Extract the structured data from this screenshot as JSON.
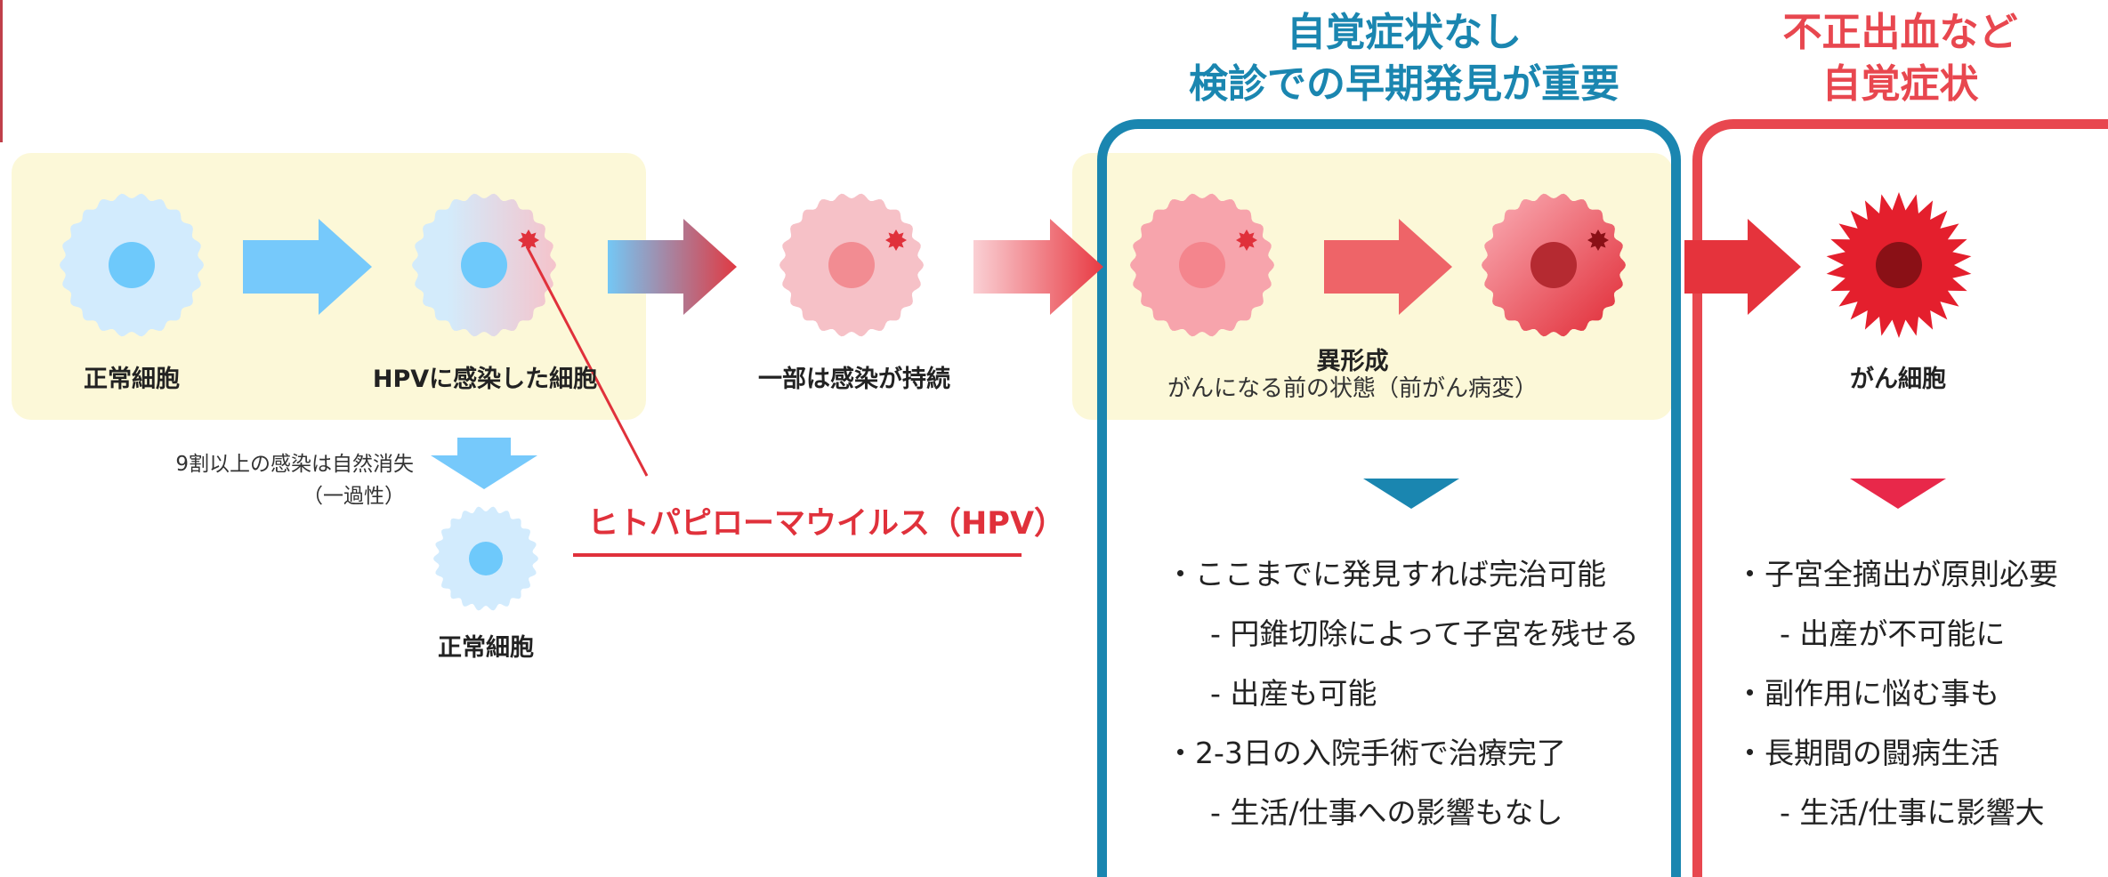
{
  "headers": {
    "blue": [
      "自覚症状なし",
      "検診での早期発見が重要"
    ],
    "red": [
      "不正出血など",
      "自覚症状"
    ]
  },
  "cells": {
    "normal": "正常細胞",
    "infected": "HPVに感染した細胞",
    "persistent": "一部は感染が持続",
    "dysplasia_title": "異形成",
    "dysplasia_sub": "がんになる前の状態（前がん病変）",
    "cancer": "がん細胞",
    "normal_again": "正常細胞"
  },
  "clearance_note": [
    "9割以上の感染は自然消失",
    "（一過性）"
  ],
  "virus_label": "ヒトパピローマウイルス（HPV）",
  "blue_box": [
    {
      "text": "・ここまでに発見すれば完治可能",
      "sub": false
    },
    {
      "text": "- 円錐切除によって子宮を残せる",
      "sub": true
    },
    {
      "text": "- 出産も可能",
      "sub": true
    },
    {
      "text": "・2-3日の入院手術で治療完了",
      "sub": false
    },
    {
      "text": "- 生活/仕事への影響もなし",
      "sub": true
    }
  ],
  "red_box": [
    {
      "text": "・子宮全摘出が原則必要",
      "sub": false
    },
    {
      "text": "- 出産が不可能に",
      "sub": true
    },
    {
      "text": "・副作用に悩む事も",
      "sub": false
    },
    {
      "text": "・長期間の闘病生活",
      "sub": false
    },
    {
      "text": "- 生活/仕事に影響大",
      "sub": true
    }
  ],
  "colors": {
    "blue": "#1a86b0",
    "red": "#e8474f",
    "panel": "#fcf8d8",
    "light_blue": "#6cc8ff",
    "cancer_red": "#e41f2d"
  }
}
